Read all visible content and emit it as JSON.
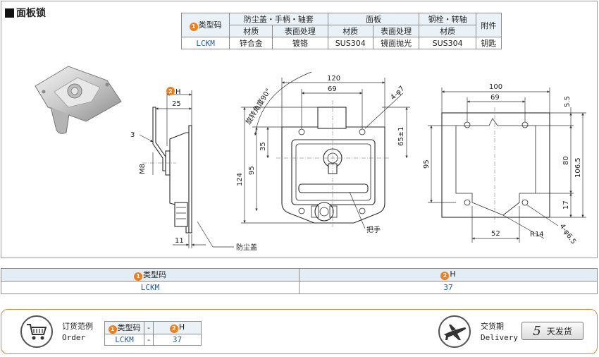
{
  "product": {
    "title": "面板锁"
  },
  "spec_table": {
    "groups": [
      "防尘盖・手柄・轴套",
      "面板",
      "钢栓・转轴",
      "附件"
    ],
    "subheaders": [
      "材质",
      "表面处理",
      "材质",
      "表面处理",
      "材质"
    ],
    "type_label": "类型码",
    "type_badge": "1",
    "row": {
      "type": "LCKM",
      "c1": "锌合金",
      "c2": "镀铬",
      "c3": "SUS304",
      "c4": "镜面抛光",
      "c5": "SUS304",
      "c6": "钥匙"
    }
  },
  "drawing": {
    "side": {
      "h_badge": "2",
      "h_label": "H",
      "d25": "25",
      "d3": "3",
      "m8": "M8",
      "d11": "11",
      "dust_cover": "防尘盖"
    },
    "front": {
      "rotation": "旋转角度90°",
      "d120": "120",
      "d69": "69",
      "hole": "4-φ7",
      "d65": "65±1",
      "d35": "35",
      "d95": "95",
      "d124": "124",
      "handle": "把手"
    },
    "cutout": {
      "d100": "100",
      "d69": "69",
      "d5_5": "5.5",
      "d95": "95",
      "d80": "80",
      "d106_5": "106.5",
      "d17": "17",
      "d52": "52",
      "r14": "R14",
      "hole": "4-φ6.5"
    }
  },
  "h_table": {
    "headers": [
      "类型码",
      "H"
    ],
    "badges": [
      "1",
      "2"
    ],
    "row": [
      "LCKM",
      "37"
    ]
  },
  "order": {
    "label_cn": "订货范例",
    "label_en": "Order",
    "headers": [
      "类型码",
      "-",
      "H"
    ],
    "badges": [
      "1",
      "2"
    ],
    "row": [
      "LCKM",
      "-",
      "37"
    ],
    "delivery_cn": "交货期",
    "delivery_en": "Delivery",
    "days": "5",
    "days_unit": "天发货"
  },
  "colors": {
    "accent": "#f07e1c",
    "code_blue": "#1f5aa8",
    "header_bg": "#eaf2f8",
    "order_border": "#d28a3a"
  }
}
